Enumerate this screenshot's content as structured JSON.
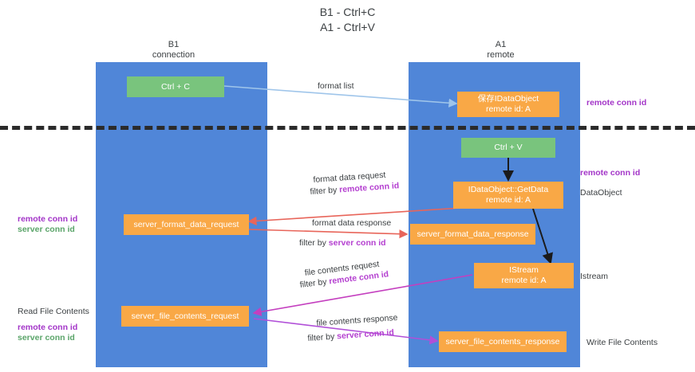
{
  "title": "B1 - Ctrl+C\nA1 - Ctrl+V",
  "columns": [
    {
      "name": "b1",
      "label": "B1\nconnection"
    },
    {
      "name": "a1",
      "label": "A1\nremote"
    }
  ],
  "nodes": {
    "ctrl_c": {
      "label": "Ctrl + C",
      "sub": ""
    },
    "ctrl_v": {
      "label": "Ctrl + V",
      "sub": ""
    },
    "save_idataobject": {
      "label": "保存IDataObject",
      "sub": "remote id: A"
    },
    "getdata": {
      "label": "IDataObject::GetData",
      "sub": "remote id: A"
    },
    "istream": {
      "label": "IStream",
      "sub": "remote id: A"
    },
    "server_format_data_request": {
      "label": "server_format_data_request",
      "sub": ""
    },
    "server_format_data_response": {
      "label": "server_format_data_response",
      "sub": ""
    },
    "server_file_contents_request": {
      "label": "server_file_contents_request",
      "sub": ""
    },
    "server_file_contents_response": {
      "label": "server_file_contents_response",
      "sub": ""
    }
  },
  "edge_labels": {
    "format_list": "format list",
    "format_data_request": "format data request",
    "format_data_request_filter_pre": "filter by ",
    "format_data_request_filter_hl": "remote conn id",
    "format_data_response": "format data response",
    "format_data_response_filter_pre": "filter by ",
    "format_data_response_filter_hl": "server conn id",
    "file_contents_request": "file contents request",
    "file_contents_request_filter_pre": "filter by ",
    "file_contents_request_filter_hl": "remote conn id",
    "file_contents_response": "file contents response",
    "file_contents_response_filter_pre": "filter by ",
    "file_contents_response_filter_hl": "server conn id"
  },
  "notes": {
    "right_remote_conn_id_top": "remote conn id",
    "right_remote_conn_id_mid": "remote conn id",
    "right_dataobject": "DataObject",
    "right_istream": "Istream",
    "right_write_file_contents": "Write File Contents",
    "left_remote_conn_id": "remote conn id",
    "left_server_conn_id": "server conn id",
    "left_read_file_contents": "Read File Contents",
    "left_remote_conn_id_2": "remote conn id",
    "left_server_conn_id_2": "server conn id"
  },
  "colors": {
    "lane": "#5086d8",
    "node_orange": "#f9a846",
    "node_green": "#79c47d",
    "divider": "#2b2b2b",
    "purple": "#a335c8",
    "green_text": "#5aa469",
    "arrow_blue": "#9fc5ea",
    "arrow_red": "#e8655a",
    "arrow_magenta": "#c43fbf",
    "arrow_purple": "#b14fd8",
    "arrow_black": "#1b1b1b"
  }
}
